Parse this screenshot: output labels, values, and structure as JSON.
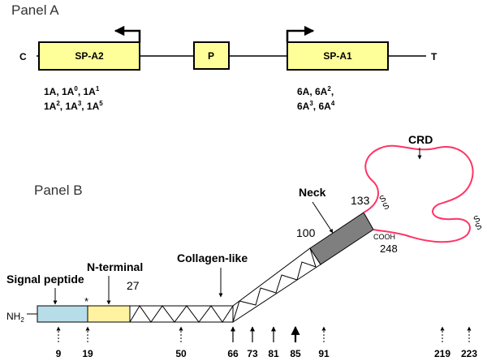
{
  "panel_a": {
    "title": "Panel A",
    "left_end": "C",
    "right_end": "T",
    "gene_a2": {
      "label": "SP-A2",
      "alleles_line1": [
        "1A, 1A",
        "0",
        ", 1A",
        "1"
      ],
      "alleles_line2": [
        "1A",
        "2",
        ", 1A",
        "3",
        ", 1A",
        "5"
      ]
    },
    "promoter": {
      "label": "P"
    },
    "gene_a1": {
      "label": "SP-A1",
      "alleles_line1": [
        "6A, 6A",
        "2",
        ","
      ],
      "alleles_line2": [
        "6A",
        "3",
        ", 6A",
        "4"
      ]
    }
  },
  "panel_b": {
    "title": "Panel B",
    "nh2": [
      "NH",
      "2"
    ],
    "star": "*",
    "cooh": "COOH",
    "labels": {
      "signal_peptide": "Signal peptide",
      "n_terminal": "N-terminal",
      "collagen_like": "Collagen-like",
      "neck": "Neck",
      "crd": "CRD",
      "ss": "S"
    },
    "numbers": {
      "n27": "27",
      "n100": "100",
      "n133": "133",
      "n248": "248"
    },
    "positions": [
      "9",
      "19",
      "50",
      "66",
      "73",
      "81",
      "85",
      "91",
      "219",
      "223"
    ]
  },
  "colors": {
    "gene_fill": "#ffff99",
    "signal_fill": "#b7dde8",
    "nterm_fill": "#fff2a0",
    "neck_fill": "#7f7f7f",
    "crd_line": "#ff3366"
  }
}
